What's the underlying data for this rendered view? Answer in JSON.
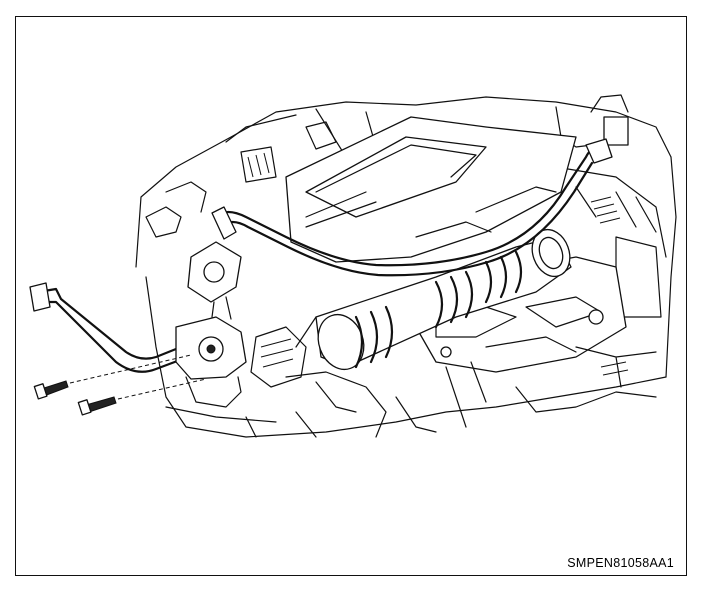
{
  "figure": {
    "code": "SMPEN81058AA1",
    "colors": {
      "line": "#111111",
      "background": "#ffffff"
    },
    "parts": [
      "engine-cover",
      "intake-manifold",
      "air-intake-duct",
      "pcv-hose-long",
      "pcv-hose-short",
      "valve-housing",
      "mounting-bolt",
      "mounting-bolt"
    ]
  }
}
